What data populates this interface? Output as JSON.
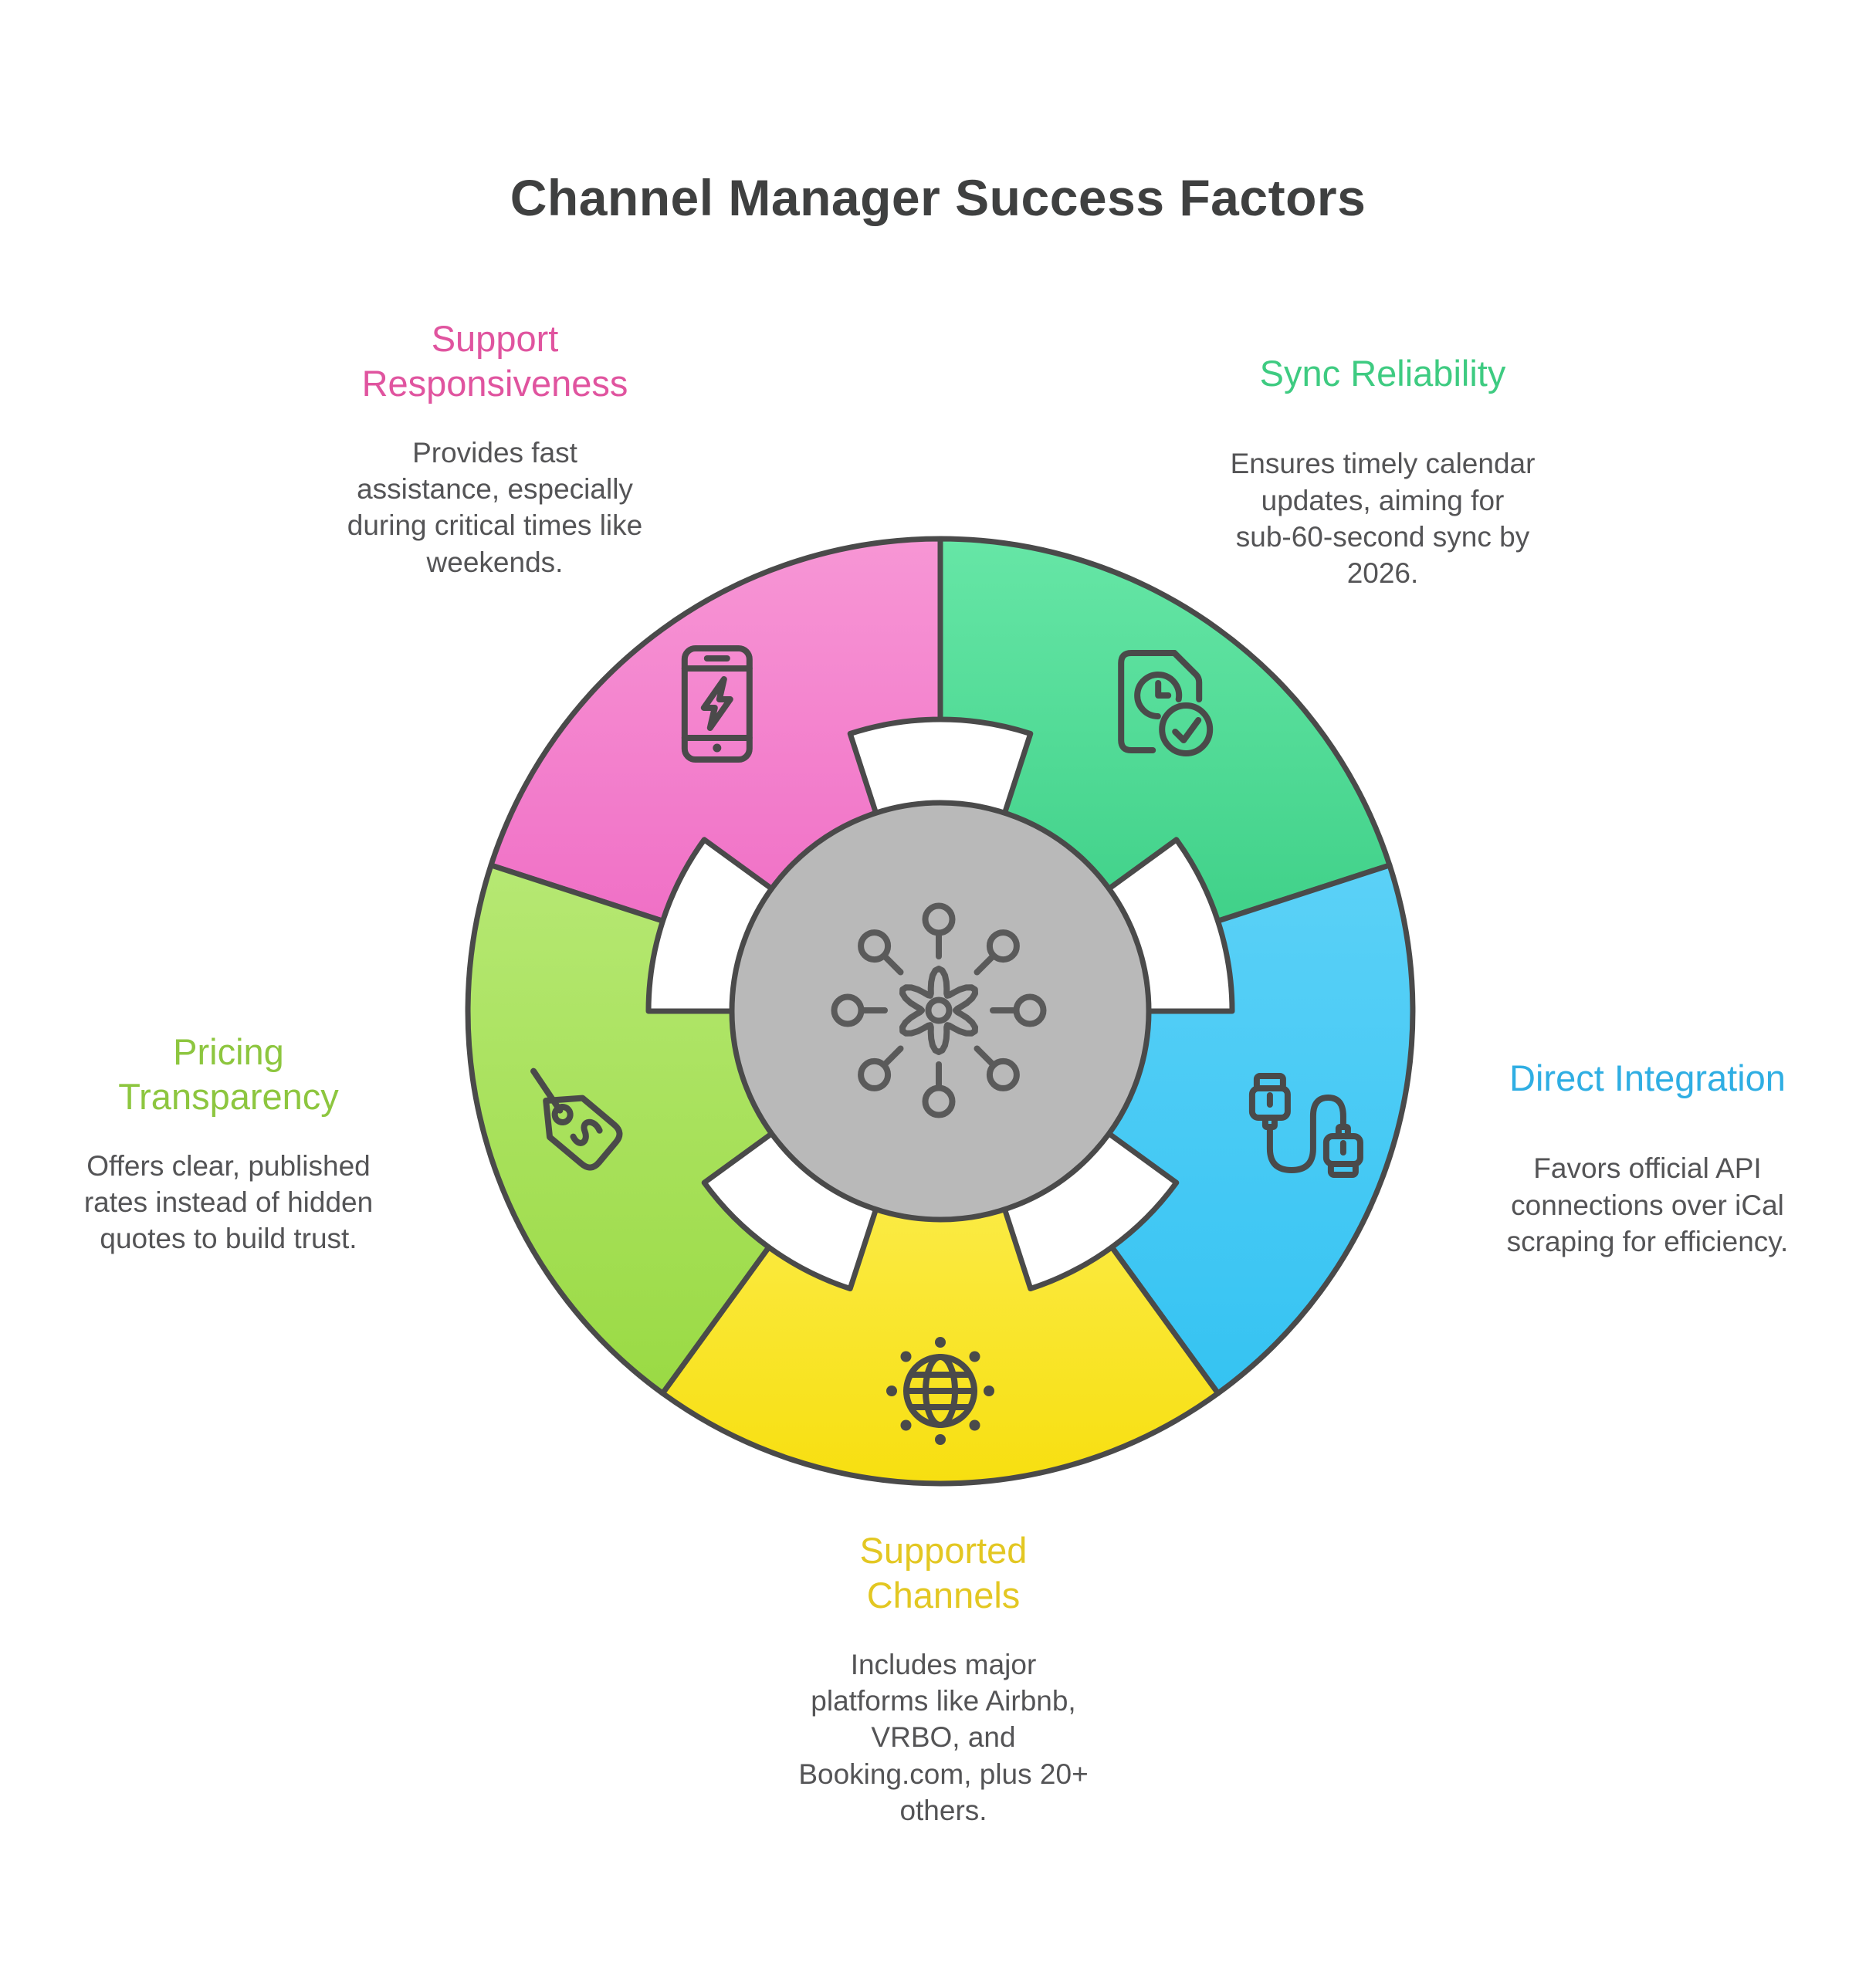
{
  "title": "Channel Manager Success Factors",
  "background": "#FFFFFF",
  "outline_color": "#4A4A4A",
  "center": {
    "icon": "hub-network-icon",
    "fill": "#B9B9B9"
  },
  "segments": [
    {
      "id": "support-responsiveness",
      "label": "Support\nResponsiveness",
      "description": "Provides fast\nassistance, especially\nduring critical times like\nweekends.",
      "accent": "#E0549F",
      "fill_light": "#F796D5",
      "fill_dark": "#F070C6",
      "icon": "smartphone-bolt-icon"
    },
    {
      "id": "sync-reliability",
      "label": "Sync Reliability",
      "description": "Ensures timely calendar\nupdates, aiming for\nsub-60-second sync by\n2026.",
      "accent": "#3ECB81",
      "fill_light": "#66E6A6",
      "fill_dark": "#40D189",
      "icon": "document-clock-check-icon"
    },
    {
      "id": "direct-integration",
      "label": "Direct Integration",
      "description": "Favors official API\nconnections over iCal\nscraping for efficiency.",
      "accent": "#2FAEE3",
      "fill_light": "#5BD1F7",
      "fill_dark": "#35C3F2",
      "icon": "usb-cable-icon"
    },
    {
      "id": "supported-channels",
      "label": "Supported\nChannels",
      "description": "Includes major\nplatforms like Airbnb,\nVRBO, and\nBooking.com, plus 20+\nothers.",
      "accent": "#E3C722",
      "fill_light": "#FBEB46",
      "fill_dark": "#F7DF10",
      "icon": "globe-network-icon"
    },
    {
      "id": "pricing-transparency",
      "label": "Pricing\nTransparency",
      "description": "Offers clear, published\nrates instead of hidden\nquotes to build trust.",
      "accent": "#8DC63F",
      "fill_light": "#B6E873",
      "fill_dark": "#9ADA44",
      "icon": "price-tag-icon"
    }
  ]
}
